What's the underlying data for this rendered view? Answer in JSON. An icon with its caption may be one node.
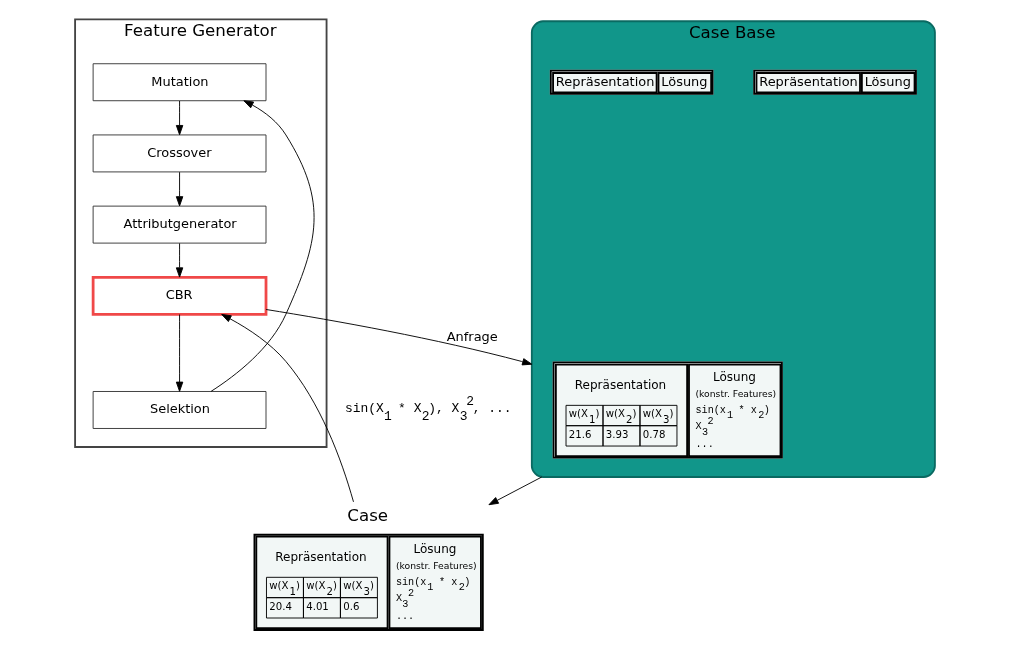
{
  "diagram": {
    "nodes": [
      {
        "text": [
          "Feature Generator"
        ]
      },
      {
        "text": [
          "Mutation"
        ],
        "in": 0
      },
      {
        "text": [
          "Crossover"
        ],
        "in": 0
      },
      {
        "text": [
          "Attributgenerator"
        ],
        "in": 0
      },
      {
        "text": [
          "CBR"
        ],
        "in": 0
      },
      {
        "text": [
          "Selektion"
        ],
        "in": 0
      },
      {
        "text": [
          "Case Base"
        ]
      },
      {
        "text": [
          "Repräsentation",
          "Lösung"
        ],
        "in": 6
      },
      {
        "text": [
          "Repräsentation",
          "Lösung"
        ],
        "in": 6
      },
      {
        "text": [
          "Repräsentation",
          "w(X$_{1}$)",
          "w(X$_{2}$)",
          "w(X$_{3}$)",
          "21.6",
          "3.93",
          "0.78",
          "Lösung",
          "(konstr. Features)",
          "sin(x$_{1}$ * x$_{2}$)",
          "X$_{3}$$^{2}$",
          "..."
        ],
        "in": 6
      },
      {
        "text": [
          "Case",
          "Repräsentation",
          "w(X$_{1}$)",
          "w(X$_{2}$)",
          "w(X$_{3}$)",
          "20.4",
          "4.01",
          "0.6",
          "Lösung",
          "(konstr. Features)",
          "sin(x$_{1}$ * x$_{2}$)",
          "X$_{3}$$^{2}$",
          "..."
        ]
      }
    ],
    "edges": [
      {
        "from": 1,
        "to": 2,
        "arrow": "to"
      },
      {
        "from": 2,
        "to": 3,
        "arrow": "to"
      },
      {
        "from": 3,
        "to": 4,
        "arrow": "to"
      },
      {
        "from": 4,
        "to": 5,
        "arrow": "to"
      },
      {
        "from": 5,
        "to": 1,
        "arrow": "to"
      },
      {
        "from": 4,
        "to": 6,
        "arrow": "to",
        "label": "Anfrage"
      },
      {
        "from": 6,
        "to": 10,
        "arrow": "to"
      },
      {
        "from": 10,
        "to": 4,
        "arrow": "to",
        "label": "sin(X$_{1}$ * X$_{2}$), X$_{3}$$^{2}$, ..."
      }
    ]
  }
}
